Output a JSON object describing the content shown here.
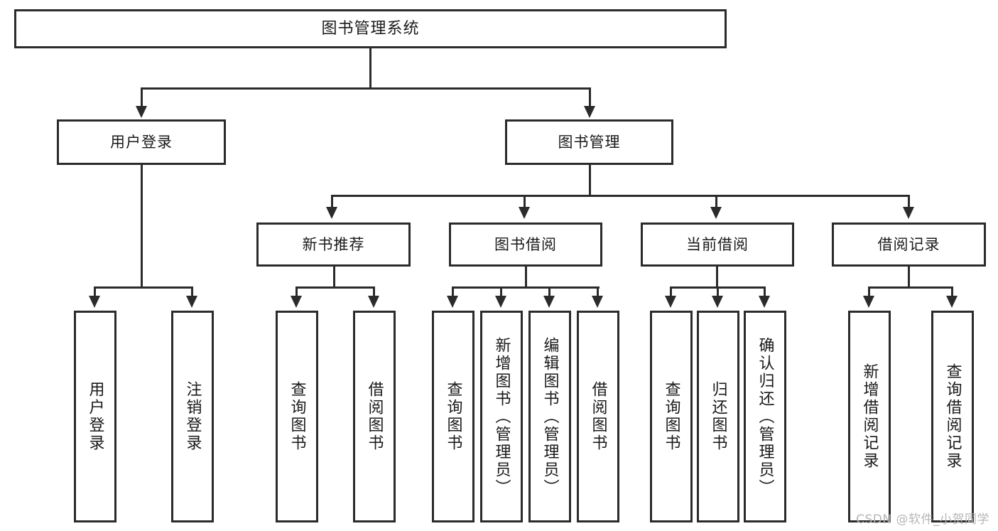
{
  "diagram": {
    "type": "tree-hierarchy-diagram",
    "title": "图书管理系统",
    "watermark": "CSDN @软件_小贺同学",
    "colors": {
      "stroke": "#2b2b2b",
      "box_fill": "#ffffff",
      "text": "#1a1a1a",
      "watermark": "#b6b6b6",
      "background": "#ffffff"
    },
    "root": {
      "label": "图书管理系统"
    },
    "level2": [
      {
        "label": "用户登录"
      },
      {
        "label": "图书管理"
      }
    ],
    "level3": [
      {
        "label": "新书推荐"
      },
      {
        "label": "图书借阅"
      },
      {
        "label": "当前借阅"
      },
      {
        "label": "借阅记录"
      }
    ],
    "leaves": {
      "user_login": [
        {
          "label": "用户登录"
        },
        {
          "label": "注销登录"
        }
      ],
      "new_book_recommend": [
        {
          "label": "查询图书"
        },
        {
          "label": "借阅图书"
        }
      ],
      "book_borrow": [
        {
          "label": "查询图书"
        },
        {
          "label": "新增图书（管理员）"
        },
        {
          "label": "编辑图书（管理员）"
        },
        {
          "label": "借阅图书"
        }
      ],
      "current_borrow": [
        {
          "label": "查询图书"
        },
        {
          "label": "归还图书"
        },
        {
          "label": "确认归还（管理员）"
        }
      ],
      "borrow_record": [
        {
          "label": "新增借阅记录"
        },
        {
          "label": "查询借阅记录"
        }
      ]
    }
  }
}
